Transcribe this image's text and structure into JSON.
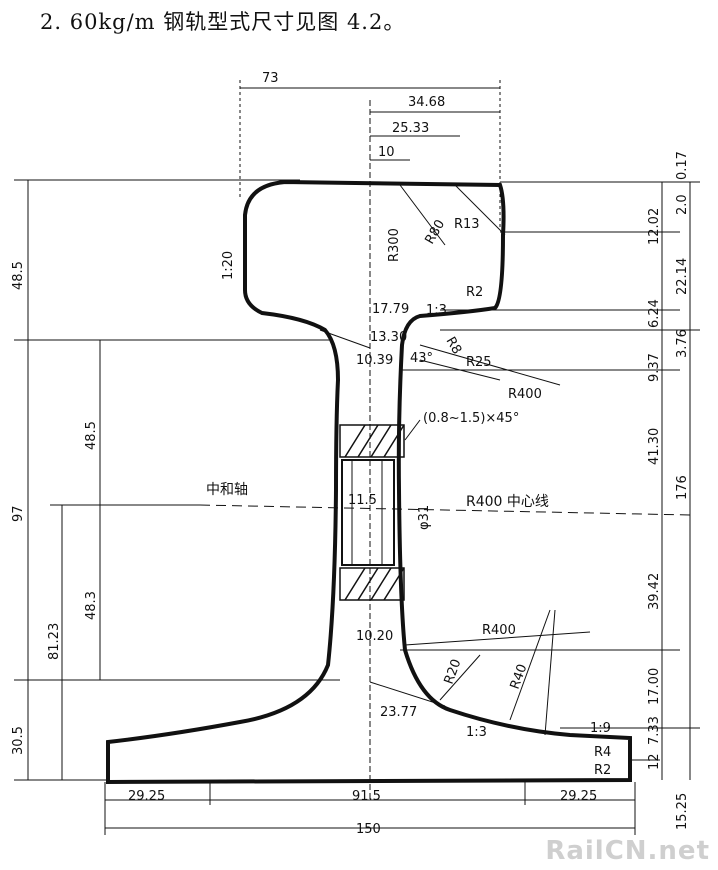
{
  "title": "2. 60kg/m 钢轨型式尺寸见图 4.2。",
  "watermark": "RailCN.net",
  "dims_top": {
    "w73": "73",
    "w3468": "34.68",
    "w2533": "25.33",
    "w10": "10"
  },
  "dims_left": {
    "h485_top": "48.5",
    "slope_120": "1:20",
    "h97": "97",
    "h485_mid": "48.5",
    "h483": "48.3",
    "h8123": "81.23",
    "h305": "30.5"
  },
  "dims_right": {
    "d017": "0.17",
    "d20": "2.0",
    "d1202": "12.02",
    "d2214": "22.14",
    "d624": "6.24",
    "d376": "3.76",
    "d937": "9.37",
    "d4130": "41.30",
    "d176": "176",
    "d3942": "39.42",
    "d1700": "17.00",
    "d733": "7.33",
    "d12": "12",
    "d1525": "15.25"
  },
  "dims_inner": {
    "r300": "R300",
    "r80": "R80",
    "r13": "R13",
    "r2": "R2",
    "w1779": "17.79",
    "slope13a": "1:3",
    "w1330": "13.30",
    "r8": "R8",
    "w1039": "10.39",
    "a43": "43°",
    "r25": "R25",
    "r400a": "R400",
    "chamfer": "(0.8~1.5)×45°",
    "neutral": "中和轴",
    "w115": "11.5",
    "phi31": "φ31",
    "centerline": "R400 中心线",
    "w1020": "10.20",
    "r400b": "R400",
    "r20": "R20",
    "r40": "R40",
    "w2377": "23.77",
    "slope13b": "1:3",
    "slope19": "1:9",
    "r4": "R4",
    "r2b": "R2"
  },
  "dims_bottom": {
    "w2925a": "29.25",
    "w915": "91.5",
    "w2925b": "29.25",
    "w150": "150"
  }
}
